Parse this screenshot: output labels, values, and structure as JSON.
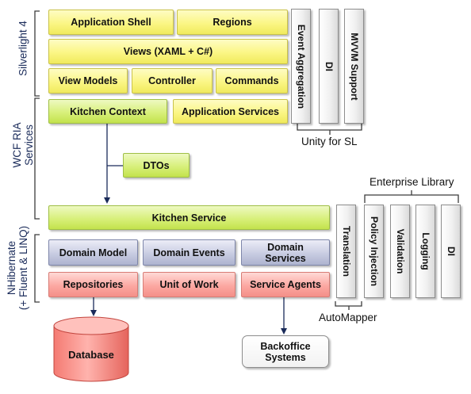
{
  "layers": {
    "silverlight": "Silverlight 4",
    "wcf_ria": [
      "WCF RIA",
      "Services"
    ],
    "nhibernate": [
      "NHibernate",
      "(+ Fluent & LINQ)"
    ]
  },
  "client": {
    "application_shell": "Application Shell",
    "regions": "Regions",
    "views": "Views (XAML + C#)",
    "view_models": "View Models",
    "controller": "Controller",
    "commands": "Commands",
    "kitchen_context": "Kitchen Context",
    "application_services": "Application Services"
  },
  "unity": {
    "event_aggregation": "Event Aggregation",
    "di": "DI",
    "mvvm_support": "MVVM Support",
    "caption": "Unity for SL"
  },
  "dtos": "DTOs",
  "server": {
    "kitchen_service": "Kitchen Service",
    "domain_model": "Domain Model",
    "domain_events": "Domain Events",
    "domain_services": [
      "Domain",
      "Services"
    ],
    "repositories": "Repositories",
    "unit_of_work": "Unit of Work",
    "service_agents": "Service Agents"
  },
  "cross_cutting": {
    "translation": "Translation",
    "policy_injection": "Policy Injection",
    "validation": "Validation",
    "logging": "Logging",
    "di": "DI",
    "enterprise_library_caption": "Enterprise Library",
    "automapper_caption": "AutoMapper"
  },
  "database": "Database",
  "backoffice": [
    "Backoffice",
    "Systems"
  ],
  "colors": {
    "yellow": "#fbf685",
    "green": "#d8f07b",
    "blue": "#c8cce2",
    "red": "#fca8a2",
    "grey": "#f1f1f1",
    "database_red": "#f47a72",
    "label_navy": "#1a2b5a"
  }
}
